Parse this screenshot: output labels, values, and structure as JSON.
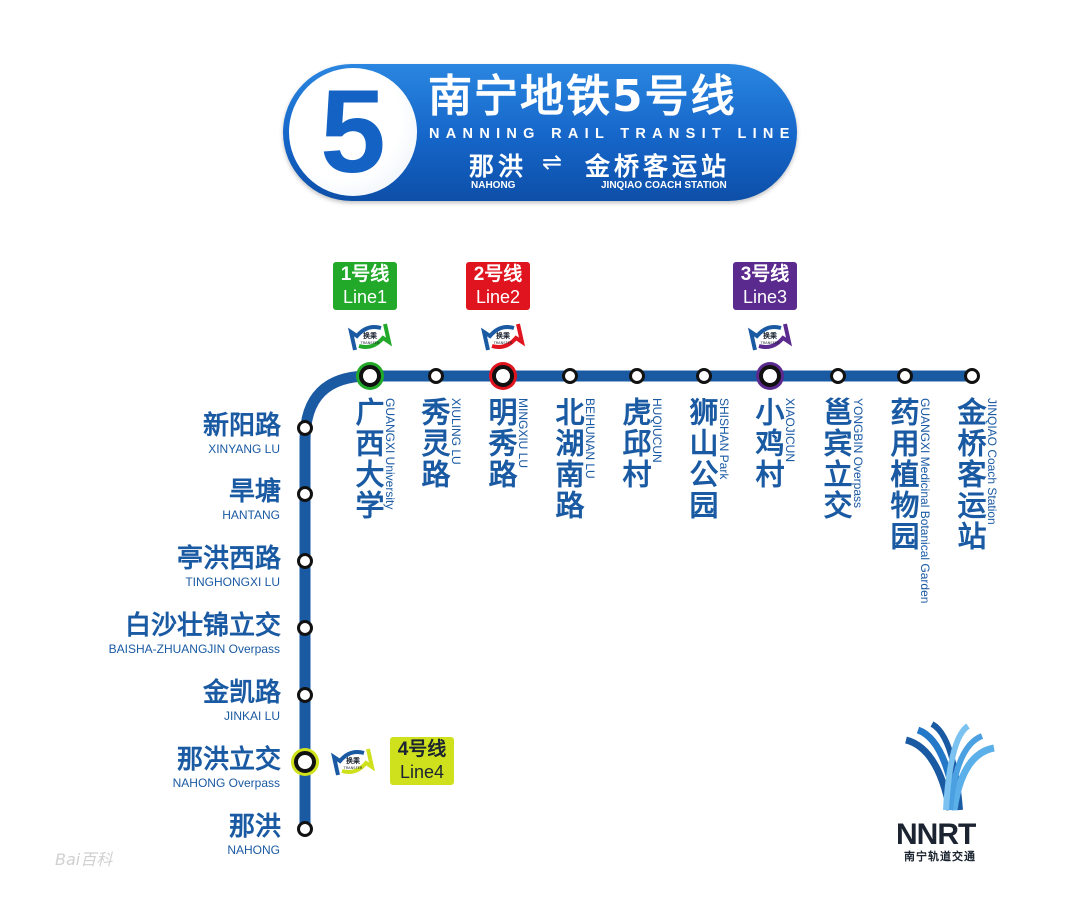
{
  "header": {
    "line_number": "5",
    "title_cn": "南宁地铁5号线",
    "title_en": "NANNING RAIL TRANSIT LINE 5",
    "from_cn": "那洪",
    "from_en": "NAHONG",
    "direction_symbol": "⇌",
    "to_cn": "金桥客运站",
    "to_en": "JINQIAO COACH STATION"
  },
  "colors": {
    "line5": "#1a5aa3",
    "line1": "#22a92a",
    "line2": "#e0141e",
    "line3": "#5a2a8f",
    "line4": "#cfe11c"
  },
  "transfer_icon_label": {
    "cn": "换乘",
    "en": "TRANSFER"
  },
  "transfer_lines": [
    {
      "id": "line1",
      "cn": "1号线",
      "en": "Line1",
      "color": "#22a92a",
      "text_color": "#ffffff"
    },
    {
      "id": "line2",
      "cn": "2号线",
      "en": "Line2",
      "color": "#e0141e",
      "text_color": "#ffffff"
    },
    {
      "id": "line3",
      "cn": "3号线",
      "en": "Line3",
      "color": "#5a2a8f",
      "text_color": "#ffffff"
    },
    {
      "id": "line4",
      "cn": "4号线",
      "en": "Line4",
      "color": "#cfe11c",
      "text_color": "#1b2430"
    }
  ],
  "vertical_stations": [
    {
      "cn": "新阳路",
      "en": "XINYANG LU",
      "transfer": null
    },
    {
      "cn": "旱塘",
      "en": "HANTANG",
      "transfer": null
    },
    {
      "cn": "亭洪西路",
      "en": "TINGHONGXI LU",
      "transfer": null
    },
    {
      "cn": "白沙壮锦立交",
      "en": "BAISHA-ZHUANGJIN Overpass",
      "transfer": null
    },
    {
      "cn": "金凯路",
      "en": "JINKAI LU",
      "transfer": null
    },
    {
      "cn": "那洪立交",
      "en": "NAHONG Overpass",
      "transfer": "line4"
    },
    {
      "cn": "那洪",
      "en": "NAHONG",
      "transfer": null
    }
  ],
  "horizontal_stations": [
    {
      "cn": "广西大学",
      "en": "GUANGXI University",
      "transfer": "line1"
    },
    {
      "cn": "秀灵路",
      "en": "XIULING LU",
      "transfer": null
    },
    {
      "cn": "明秀路",
      "en": "MINGXIU LU",
      "transfer": "line2"
    },
    {
      "cn": "北湖南路",
      "en": "BEIHUNAN LU",
      "transfer": null
    },
    {
      "cn": "虎邱村",
      "en": "HUQIUCUN",
      "transfer": null
    },
    {
      "cn": "狮山公园",
      "en": "SHISHAN Park",
      "transfer": null
    },
    {
      "cn": "小鸡村",
      "en": "XIAOJICUN",
      "transfer": "line3"
    },
    {
      "cn": "邕宾立交",
      "en": "YONGBIN Overpass",
      "transfer": null
    },
    {
      "cn": "药用植物园",
      "en": "GUANGXI Medicinal Botanical Garden",
      "transfer": null
    },
    {
      "cn": "金桥客运站",
      "en": "JINQIAO Coach Station",
      "transfer": null
    }
  ],
  "logo": {
    "text": "NNRT",
    "sub": "南宁轨道交通"
  },
  "watermark": "Bai百科"
}
